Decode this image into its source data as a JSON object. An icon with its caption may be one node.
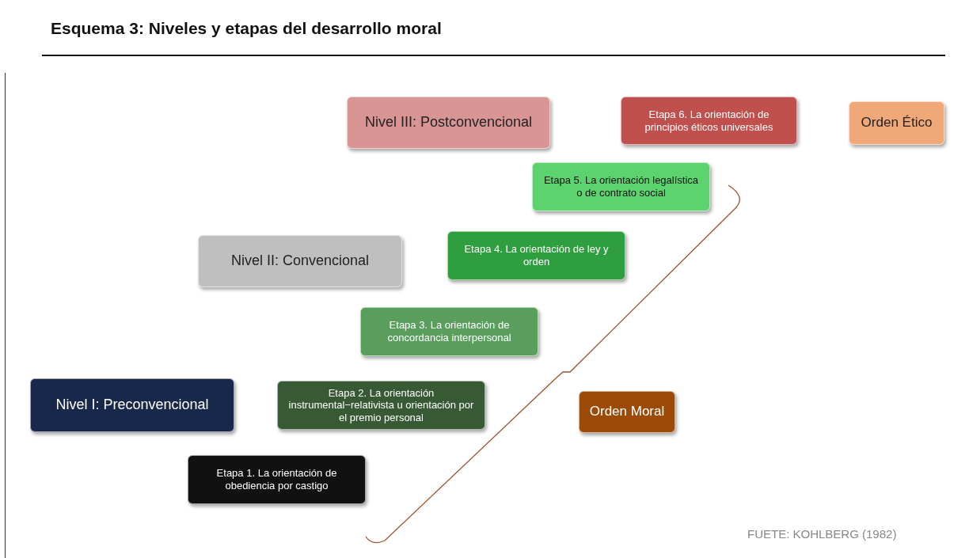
{
  "diagram": {
    "title": "Esquema 3: Niveles y etapas del desarrollo moral",
    "nodes": [
      {
        "text": [
          "Nivel III: Postconvencional"
        ]
      },
      {
        "text": [
          "Etapa 6. La orientación de principios éticos universales"
        ]
      },
      {
        "text": [
          "Orden Ético"
        ]
      },
      {
        "text": [
          "Etapa 5. La orientación legalística o de contrato social"
        ]
      },
      {
        "text": [
          "Nivel II: Convencional"
        ]
      },
      {
        "text": [
          "Etapa 4. La orientación de ley y orden"
        ]
      },
      {
        "text": [
          "Etapa 3. La orientación de concordancia interpersonal"
        ]
      },
      {
        "text": [
          "Nivel I: Preconvencional"
        ]
      },
      {
        "text": [
          "Etapa 2. La orientación instrumental−relativista u orientación por el premio personal"
        ]
      },
      {
        "text": [
          "Orden Moral"
        ]
      },
      {
        "text": [
          "Etapa 1. La orientación de obediencia por castigo"
        ]
      }
    ],
    "edges": [],
    "labels": [
      "FUETE: KOHLBERG (1982)"
    ]
  }
}
